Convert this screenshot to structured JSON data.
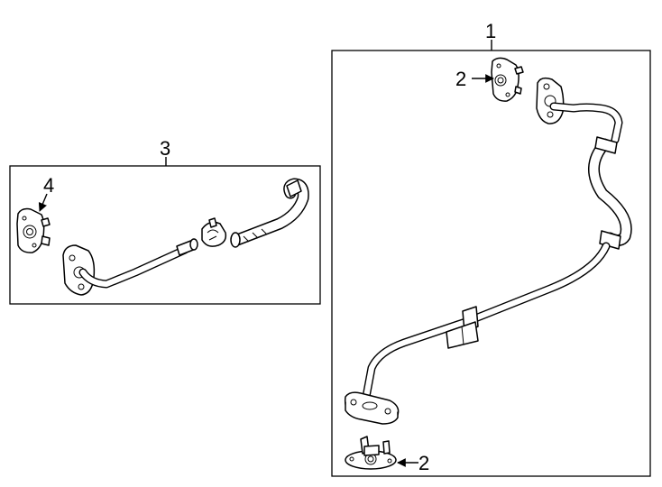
{
  "diagram": {
    "callouts": {
      "assembly_1": "1",
      "gasket_2_top": "2",
      "gasket_2_bottom": "2",
      "kit_3": "3",
      "gasket_4": "4"
    }
  }
}
